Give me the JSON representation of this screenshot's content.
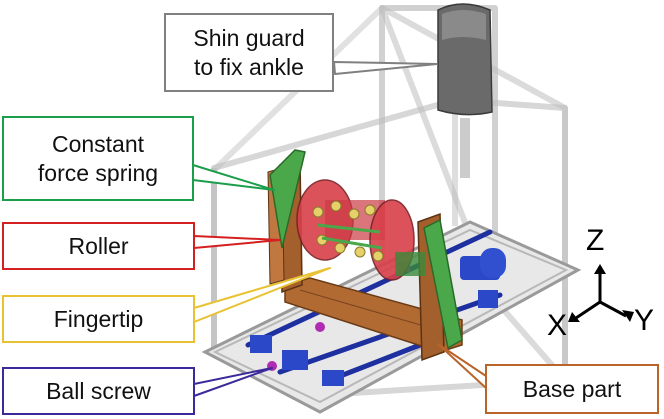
{
  "callouts": {
    "shin_guard": {
      "text": "Shin guard\nto fix ankle",
      "color": "#808080"
    },
    "constant_spring": {
      "text": "Constant\nforce spring",
      "color": "#1a9e4a"
    },
    "roller": {
      "text": "Roller",
      "color": "#d42020"
    },
    "fingertip": {
      "text": "Fingertip",
      "color": "#e8c232"
    },
    "ball_screw": {
      "text": "Ball screw",
      "color": "#3a2a9c"
    },
    "base_part": {
      "text": "Base part",
      "color": "#b8642a"
    }
  },
  "axes": {
    "z": "Z",
    "x": "X",
    "y": "Y"
  },
  "palette": {
    "frame": "#c8c8c8",
    "wood": "#b06a32",
    "spring_plate": "#4aa84a",
    "roller_red": "#d8404a",
    "rod_blue": "#1e2fa0",
    "motor_blue": "#2a48c8",
    "magenta": "#b02cb0"
  }
}
